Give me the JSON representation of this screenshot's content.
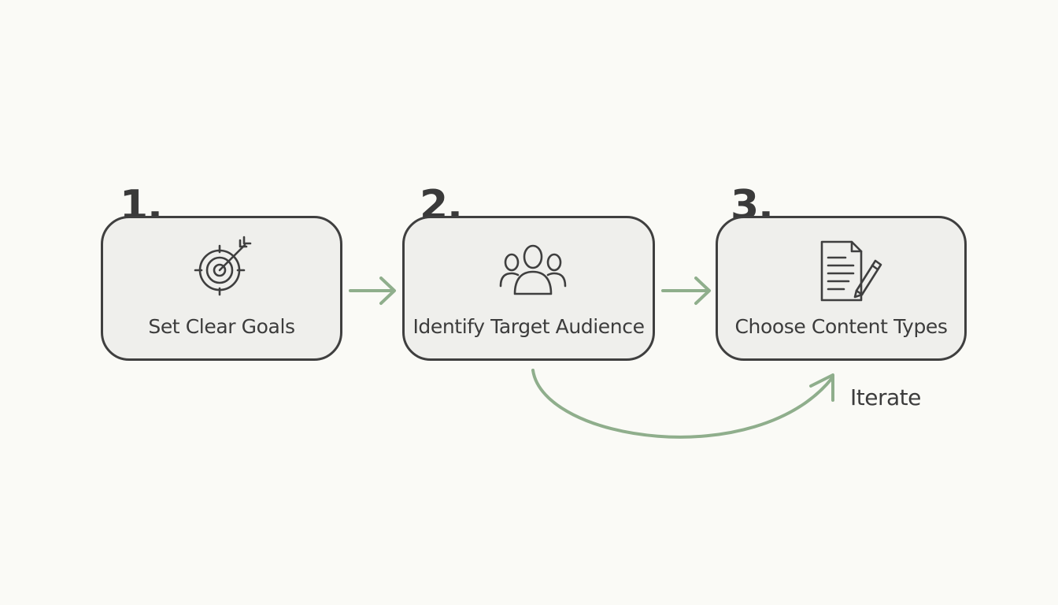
{
  "steps": [
    {
      "number": "1.",
      "label": "Set Clear Goals",
      "icon": "target-arrow-icon"
    },
    {
      "number": "2.",
      "label": "Identify Target Audience",
      "icon": "people-group-icon"
    },
    {
      "number": "3.",
      "label": "Choose Content Types",
      "icon": "document-pencil-icon"
    }
  ],
  "loop": {
    "label": "Iterate"
  },
  "colors": {
    "accent": "#8fae8c",
    "stroke": "#3f3f3f",
    "box_fill": "#efefec",
    "background": "#fafaf6"
  }
}
